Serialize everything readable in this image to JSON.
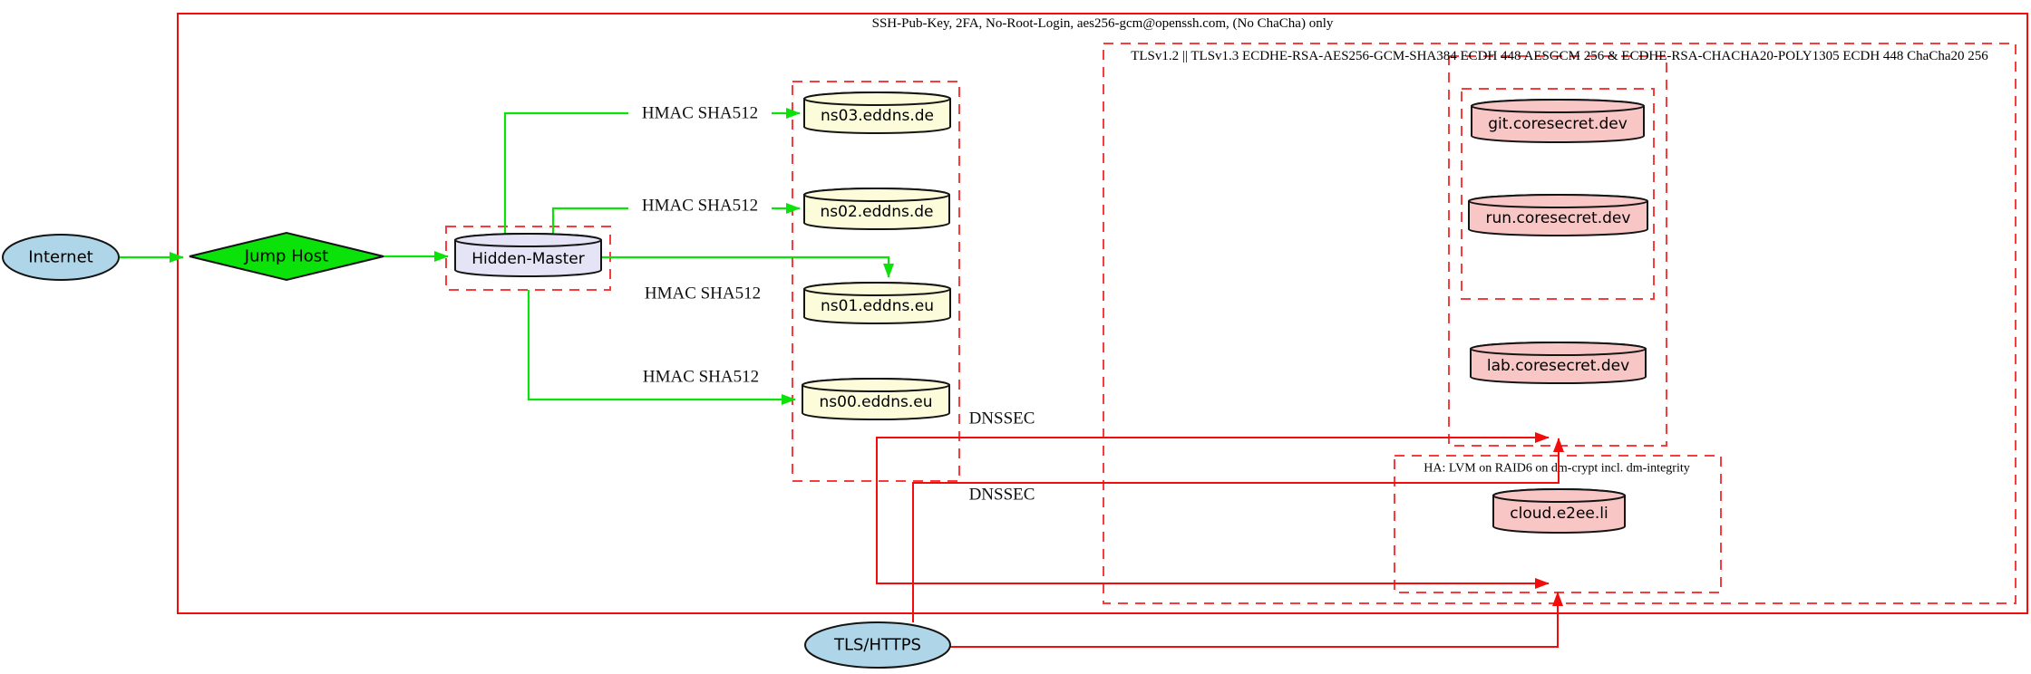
{
  "diagram_type": "graphviz-security-architecture",
  "clusters": {
    "ssh": {
      "label": "SSH-Pub-Key, 2FA, No-Root-Login, aes256-gcm@openssh.com, (No ChaCha) only"
    },
    "tls": {
      "label": "TLSv1.2 || TLSv1.3 ECDHE-RSA-AES256-GCM-SHA384 ECDH 448 AESGCM 256 & ECDHE-RSA-CHACHA20-POLY1305 ECDH 448 ChaCha20 256"
    },
    "ha": {
      "label": "HA: LVM on RAID6 on dm-crypt incl. dm-integrity"
    }
  },
  "nodes": {
    "internet": {
      "label": "Internet",
      "shape": "ellipse",
      "fill": "#aed6e8"
    },
    "jump_host": {
      "label": "Jump Host",
      "shape": "diamond",
      "fill": "#0ae20a"
    },
    "hidden_master": {
      "label": "Hidden-Master",
      "shape": "cylinder",
      "fill": "#e4e4f6"
    },
    "ns03": {
      "label": "ns03.eddns.de",
      "shape": "cylinder",
      "fill": "#fcfcda"
    },
    "ns02": {
      "label": "ns02.eddns.de",
      "shape": "cylinder",
      "fill": "#fcfcda"
    },
    "ns01": {
      "label": "ns01.eddns.eu",
      "shape": "cylinder",
      "fill": "#fcfcda"
    },
    "ns00": {
      "label": "ns00.eddns.eu",
      "shape": "cylinder",
      "fill": "#fcfcda"
    },
    "git": {
      "label": "git.coresecret.dev",
      "shape": "cylinder",
      "fill": "#f9c6c6"
    },
    "run": {
      "label": "run.coresecret.dev",
      "shape": "cylinder",
      "fill": "#f9c6c6"
    },
    "lab": {
      "label": "lab.coresecret.dev",
      "shape": "cylinder",
      "fill": "#f9c6c6"
    },
    "cloud": {
      "label": "cloud.e2ee.li",
      "shape": "cylinder",
      "fill": "#f9c6c6"
    },
    "tls_https": {
      "label": "TLS/HTTPS",
      "shape": "ellipse",
      "fill": "#aed6e8"
    }
  },
  "edge_labels": {
    "hmac": "HMAC SHA512",
    "dnssec": "DNSSEC"
  },
  "colors": {
    "solid_red": "#f20c0c",
    "dashed_red": "#f63c3c",
    "green": "#0ae20a",
    "lightblue": "#aed6e8",
    "lavender": "#e4e4f6",
    "lightyellow": "#fcfcda",
    "pink": "#f9c6c6"
  }
}
